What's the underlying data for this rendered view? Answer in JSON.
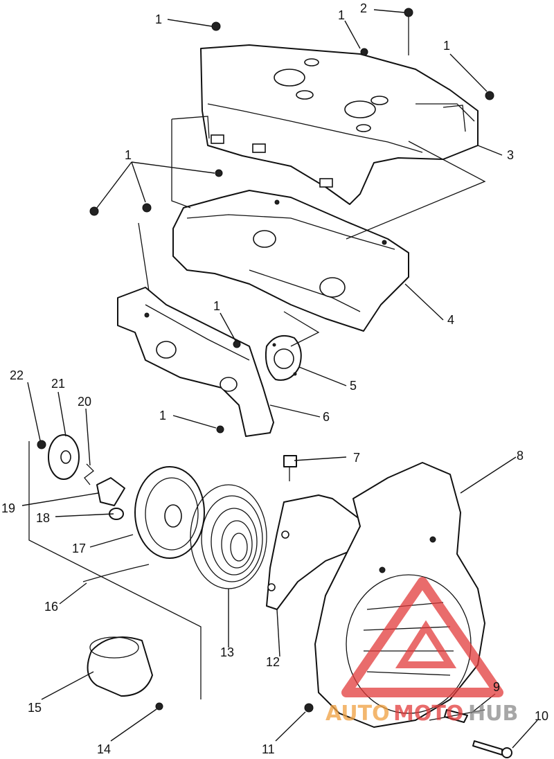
{
  "diagram": {
    "callouts": [
      {
        "id": "c1a",
        "number": "1"
      },
      {
        "id": "c2",
        "number": "2"
      },
      {
        "id": "c1b",
        "number": "1"
      },
      {
        "id": "c1c",
        "number": "1"
      },
      {
        "id": "c3",
        "number": "3"
      },
      {
        "id": "c1d",
        "number": "1"
      },
      {
        "id": "c4",
        "number": "4"
      },
      {
        "id": "c1e",
        "number": "1"
      },
      {
        "id": "c5",
        "number": "5"
      },
      {
        "id": "c22",
        "number": "22"
      },
      {
        "id": "c21",
        "number": "21"
      },
      {
        "id": "c20",
        "number": "20"
      },
      {
        "id": "c1f",
        "number": "1"
      },
      {
        "id": "c6",
        "number": "6"
      },
      {
        "id": "c7",
        "number": "7"
      },
      {
        "id": "c8",
        "number": "8"
      },
      {
        "id": "c19",
        "number": "19"
      },
      {
        "id": "c18",
        "number": "18"
      },
      {
        "id": "c17",
        "number": "17"
      },
      {
        "id": "c16",
        "number": "16"
      },
      {
        "id": "c13",
        "number": "13"
      },
      {
        "id": "c12",
        "number": "12"
      },
      {
        "id": "c9",
        "number": "9"
      },
      {
        "id": "c10",
        "number": "10"
      },
      {
        "id": "c15",
        "number": "15"
      },
      {
        "id": "c14",
        "number": "14"
      },
      {
        "id": "c11",
        "number": "11"
      }
    ]
  },
  "watermark": {
    "text_a": "AUTO",
    "text_b": "MOTO",
    "text_c": "HUB",
    "color_red": "#e23b3b",
    "color_orange": "#f0a040",
    "color_gray": "#8a8a8a"
  }
}
